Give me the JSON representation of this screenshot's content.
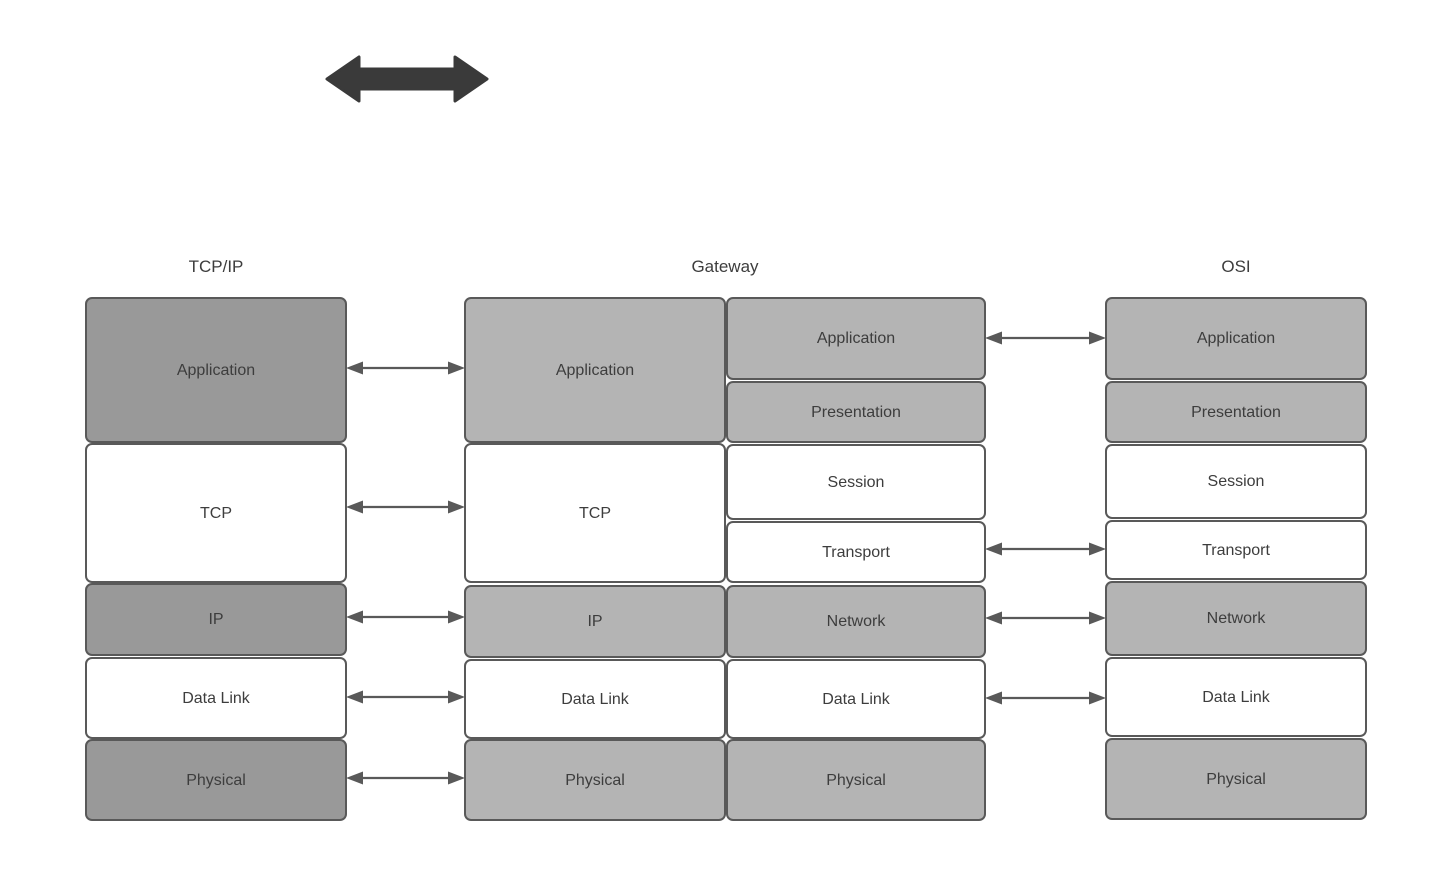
{
  "diagram": {
    "title_tcpip": "TCP/IP",
    "title_gateway": "Gateway",
    "title_osi": "OSI",
    "colors": {
      "fill_dark": "#999999",
      "fill_mid": "#b4b4b4",
      "fill_white": "#ffffff",
      "stroke": "#595959",
      "arrow": "#595959",
      "block_arrow": "#3a3a3a",
      "text": "#3d3d3d",
      "background": "#ffffff"
    },
    "top_arrow": {
      "icon": "double-headed-block-arrow",
      "direction": "bidirectional"
    },
    "columns": {
      "tcpip": {
        "label": "TCP/IP",
        "layers": [
          {
            "label": "Application",
            "shade": "dark"
          },
          {
            "label": "TCP",
            "shade": "white"
          },
          {
            "label": "IP",
            "shade": "dark"
          },
          {
            "label": "Data Link",
            "shade": "white"
          },
          {
            "label": "Physical",
            "shade": "dark"
          }
        ]
      },
      "gateway": {
        "label": "Gateway",
        "left_layers": [
          {
            "label": "Application",
            "shade": "mid"
          },
          {
            "label": "TCP",
            "shade": "white"
          },
          {
            "label": "IP",
            "shade": "mid"
          },
          {
            "label": "Data Link",
            "shade": "white"
          },
          {
            "label": "Physical",
            "shade": "mid"
          }
        ],
        "right_layers": [
          {
            "label": "Application",
            "shade": "mid"
          },
          {
            "label": "Presentation",
            "shade": "mid"
          },
          {
            "label": "Session",
            "shade": "white"
          },
          {
            "label": "Transport",
            "shade": "white"
          },
          {
            "label": "Network",
            "shade": "mid"
          },
          {
            "label": "Data Link",
            "shade": "white"
          },
          {
            "label": "Physical",
            "shade": "mid"
          }
        ]
      },
      "osi": {
        "label": "OSI",
        "layers": [
          {
            "label": "Application",
            "shade": "mid"
          },
          {
            "label": "Presentation",
            "shade": "mid"
          },
          {
            "label": "Session",
            "shade": "white"
          },
          {
            "label": "Transport",
            "shade": "white"
          },
          {
            "label": "Network",
            "shade": "mid"
          },
          {
            "label": "Data Link",
            "shade": "white"
          },
          {
            "label": "Physical",
            "shade": "mid"
          }
        ]
      }
    },
    "connectors_left": [
      {
        "from": "Application",
        "to": "Application"
      },
      {
        "from": "TCP",
        "to": "TCP"
      },
      {
        "from": "IP",
        "to": "IP"
      },
      {
        "from": "Data Link",
        "to": "Data Link"
      },
      {
        "from": "Physical",
        "to": "Physical"
      }
    ],
    "connectors_right": [
      {
        "from": "Application",
        "to": "Application"
      },
      {
        "from": "Transport",
        "to": "Transport"
      },
      {
        "from": "Network",
        "to": "Network"
      },
      {
        "from": "Data Link",
        "to": "Data Link"
      }
    ]
  }
}
